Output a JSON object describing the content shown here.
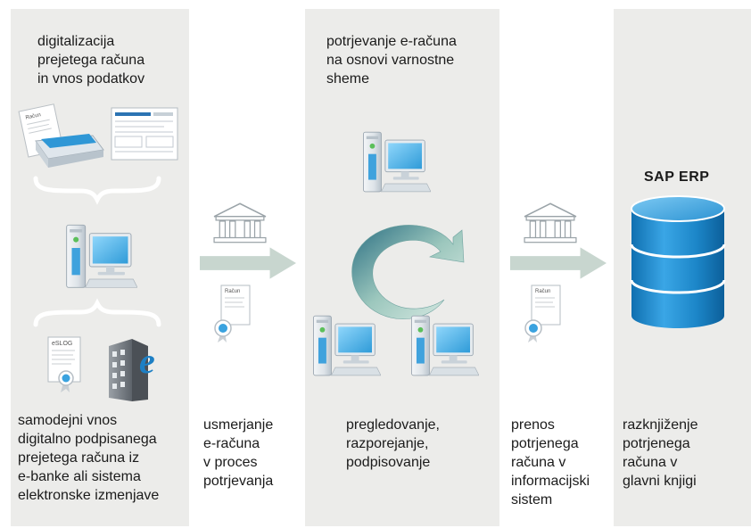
{
  "columns": {
    "step1": {
      "top_text": "digitalizacija\nprejetega računa\nin vnos podatkov",
      "bottom_text": "samodejni vnos\ndigitalno podpisanega\nprejetega računa iz\ne-banke ali sistema\nelektronske izmenjave"
    },
    "step2": {
      "bottom_text": "usmerjanje\ne-računa\nv proces\npotrjevanja"
    },
    "step3": {
      "top_text": "potrjevanje e-računa\nna osnovi varnostne\nsheme",
      "bottom_text": "pregledovanje,\nrazporejanje,\npodpisovanje"
    },
    "step4": {
      "bottom_text": "prenos\npotrjenega\nračuna v\ninformacijski\nsistem"
    },
    "step5": {
      "title": "SAP ERP",
      "bottom_text": "razknjiženje\npotrjenega\nračuna v\nglavni knjigi"
    }
  },
  "document_labels": {
    "invoice": "Račun",
    "eslog": "eSLOG",
    "ebank_letter": "e"
  },
  "icons": [
    "scanner-icon",
    "form-icon",
    "computer-icon",
    "bank-icon",
    "arrow-right-icon",
    "certificate-icon",
    "cycle-arrow-icon",
    "building-icon",
    "database-icon"
  ],
  "colors": {
    "panel": "#ececea",
    "arrow": "#c8d6cf",
    "database": "#1e88c9",
    "screen": "#4fb6ea",
    "ebank_e": "#1d7fc4"
  }
}
